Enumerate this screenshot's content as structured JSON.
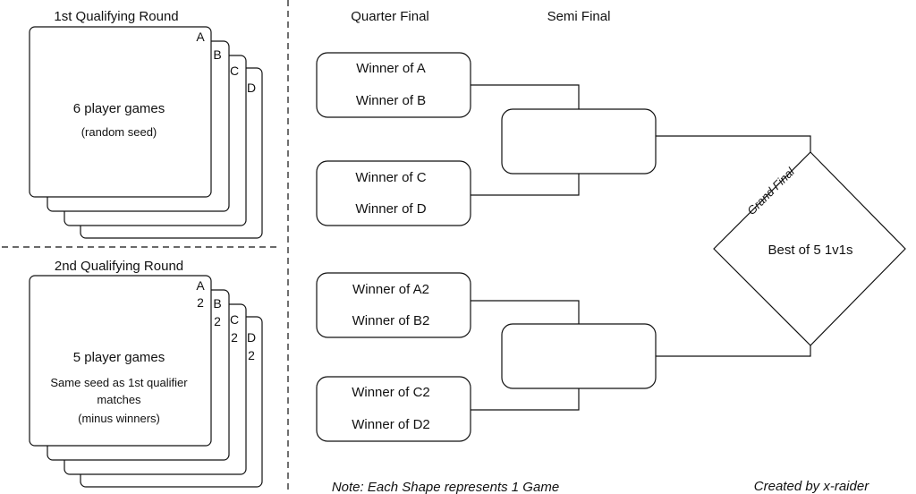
{
  "qualifier1": {
    "title": "1st Qualifying Round",
    "cards": [
      "A",
      "B",
      "C",
      "D"
    ],
    "line1": "6 player games",
    "line2": "(random seed)"
  },
  "qualifier2": {
    "title": "2nd Qualifying Round",
    "cards": [
      [
        "A",
        "2"
      ],
      [
        "B",
        "2"
      ],
      [
        "C",
        "2"
      ],
      [
        "D",
        "2"
      ]
    ],
    "line1": "5 player games",
    "line2": "Same seed as 1st qualifier",
    "line3": "matches",
    "line4": "(minus winners)"
  },
  "headers": {
    "quarter": "Quarter Final",
    "semi": "Semi Final"
  },
  "quarter_finals": [
    [
      "Winner of A",
      "Winner of B"
    ],
    [
      "Winner of C",
      "Winner of D"
    ],
    [
      "Winner of A2",
      "Winner of B2"
    ],
    [
      "Winner of C2",
      "Winner of D2"
    ]
  ],
  "grand_final": {
    "label": "Grand Final",
    "text": "Best of 5 1v1s"
  },
  "footer": {
    "note": "Note: Each Shape represents 1 Game",
    "credit": "Created by x-raider"
  }
}
